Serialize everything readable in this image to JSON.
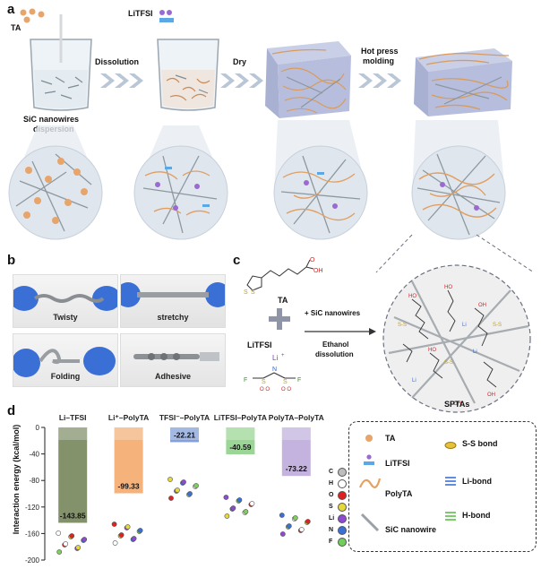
{
  "panel_a": {
    "label": "a",
    "ta": "TA",
    "litfsi_top": "LiTFSI",
    "dissolution": "Dissolution",
    "dry": "Dry",
    "hot_press_1": "Hot press",
    "hot_press_2": "molding",
    "sic_1": "SiC nanowires",
    "sic_2": "dispersion"
  },
  "panel_b": {
    "label": "b",
    "photos": [
      "Twisty",
      "stretchy",
      "Folding",
      "Adhesive"
    ]
  },
  "panel_c": {
    "label": "c",
    "ta": "TA",
    "litfsi": "LiTFSI",
    "plus_sic": "+ SiC nanowires",
    "ethanol": "Ethanol",
    "dissolution": "dissolution",
    "sptas": "SPTAs"
  },
  "panel_d": {
    "label": "d",
    "y_axis_label": "Interaction energy (kcal/mol)",
    "element_legend": [
      "C",
      "H",
      "O",
      "S",
      "Li",
      "N",
      "F"
    ]
  },
  "legend": {
    "ta": "TA",
    "ss_bond": "S-S bond",
    "litfsi": "LiTFSI",
    "polyta": "PolyTA",
    "li_bond": "Li-bond",
    "h_bond": "H-bond",
    "sic_nanowire": "SiC nanowire"
  },
  "colors": {
    "bar1": "#6f7f52",
    "bar2": "#f3a564",
    "bar3": "#6e8fd4",
    "bar4": "#8bcf84",
    "bar5": "#b8a6d8"
  },
  "chart_data": {
    "type": "bar",
    "categories": [
      "Li–TFSI",
      "Li⁺–PolyTA",
      "TFSI⁻–PolyTA",
      "LiTFSI–PolyTA",
      "PolyTA–PolyTA"
    ],
    "values": [
      -143.85,
      -99.33,
      -22.21,
      -40.59,
      -73.22
    ],
    "value_labels": [
      "-143.85",
      "-99.33",
      "-22.21",
      "-40.59",
      "-73.22"
    ],
    "ylabel": "Interaction energy (kcal/mol)",
    "ylim": [
      -200,
      0
    ],
    "yticks": [
      "0",
      "-40",
      "-80",
      "-120",
      "-160",
      "-200"
    ]
  }
}
